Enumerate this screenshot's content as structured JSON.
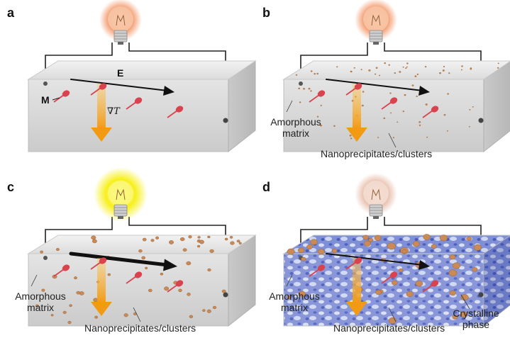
{
  "panels": [
    {
      "id": "a",
      "letter": "a",
      "bulb": "warm",
      "heat_arrow": true,
      "clusters": "none",
      "crystalline": false,
      "e_arrow": "thin",
      "labels": {
        "M": "M",
        "E": "E",
        "grad": "∇T"
      }
    },
    {
      "id": "b",
      "letter": "b",
      "bulb": "warm",
      "heat_arrow": true,
      "clusters": "small",
      "crystalline": false,
      "e_arrow": "thin",
      "labels": {
        "matrix_1": "Amorphous",
        "matrix_2": "matrix",
        "clusters": "Nanoprecipitates/clusters"
      }
    },
    {
      "id": "c",
      "letter": "c",
      "bulb": "bright",
      "heat_arrow": true,
      "clusters": "medium",
      "crystalline": false,
      "e_arrow": "thick",
      "labels": {
        "matrix_1": "Amorphous",
        "matrix_2": "matrix",
        "clusters": "Nanoprecipitates/clusters"
      }
    },
    {
      "id": "d",
      "letter": "d",
      "bulb": "dim",
      "heat_arrow": true,
      "clusters": "large",
      "crystalline": true,
      "e_arrow": "thin",
      "labels": {
        "matrix_1": "Amorphous",
        "matrix_2": "matrix",
        "clusters": "Nanoprecipitates/clusters",
        "phase_1": "Crystalline",
        "phase_2": "phase"
      }
    }
  ],
  "colors": {
    "bulb_warm": "#f4a37a",
    "bulb_bright": "#f7f01c",
    "bulb_dim": "#e9c3b1",
    "heat_arrow": "#f29a12",
    "moment": "#d9434f",
    "cluster": "#c98a55",
    "crystal": "#5a6ec8",
    "block_top": "#e6e6e6",
    "block_front": "#d6d6d6"
  }
}
